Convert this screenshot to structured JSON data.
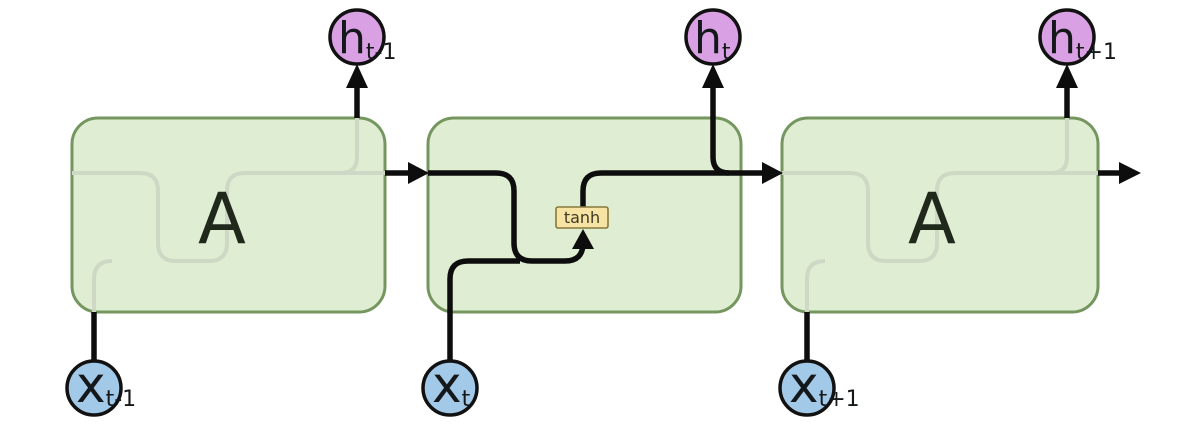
{
  "diagram": {
    "cells": [
      {
        "id": "cell-t-1",
        "label": "A"
      },
      {
        "id": "cell-t",
        "label": ""
      },
      {
        "id": "cell-t+1",
        "label": "A"
      }
    ],
    "activation": {
      "label": "tanh"
    },
    "hidden_nodes": [
      {
        "base": "h",
        "sub": "t-1"
      },
      {
        "base": "h",
        "sub": "t"
      },
      {
        "base": "h",
        "sub": "t+1"
      }
    ],
    "input_nodes": [
      {
        "base": "x",
        "sub": "t-1"
      },
      {
        "base": "x",
        "sub": "t"
      },
      {
        "base": "x",
        "sub": "t+1"
      }
    ]
  },
  "colors": {
    "background": "#ffffff",
    "cell_fill": "#dfeed2",
    "cell_stroke": "#75965f",
    "ghost_line": "#cdd9c5",
    "signal_line": "#0d0d0d",
    "hidden_node_fill": "#d9a0e3",
    "input_node_fill": "#a3c9e8",
    "node_stroke": "#111111",
    "tanh_fill": "#f7e4a4",
    "tanh_stroke": "#87783a",
    "tanh_text": "#3e3a26",
    "cell_label_text": "#20281c",
    "node_label_text": "#15181a"
  }
}
